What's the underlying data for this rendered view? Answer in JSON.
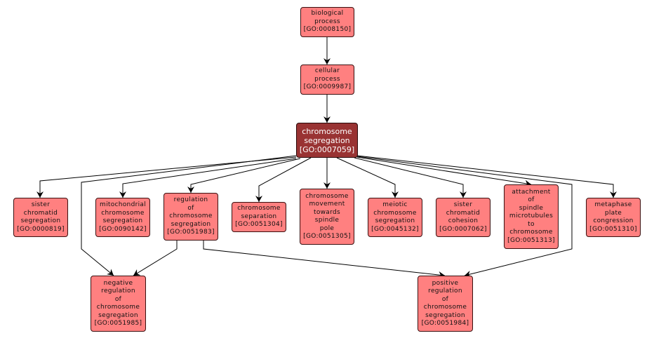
{
  "diagram": {
    "type": "GO term directed acyclic graph",
    "colors": {
      "node_fill": "#ff8080",
      "focus_fill": "#993333",
      "edge": "#000000"
    },
    "nodes": [
      {
        "id": "GO:0008150",
        "lines": [
          "biological",
          "process",
          "[GO:0008150]"
        ],
        "focus": false
      },
      {
        "id": "GO:0009987",
        "lines": [
          "cellular",
          "process",
          "[GO:0009987]"
        ],
        "focus": false
      },
      {
        "id": "GO:0007059",
        "lines": [
          "chromosome",
          "segregation",
          "[GO:0007059]"
        ],
        "focus": true
      },
      {
        "id": "GO:0000819",
        "lines": [
          "sister",
          "chromatid",
          "segregation",
          "[GO:0000819]"
        ],
        "focus": false
      },
      {
        "id": "GO:0090142",
        "lines": [
          "mitochondrial",
          "chromosome",
          "segregation",
          "[GO:0090142]"
        ],
        "focus": false
      },
      {
        "id": "GO:0051983",
        "lines": [
          "regulation",
          "of",
          "chromosome",
          "segregation",
          "[GO:0051983]"
        ],
        "focus": false
      },
      {
        "id": "GO:0051304",
        "lines": [
          "chromosome",
          "separation",
          "[GO:0051304]"
        ],
        "focus": false
      },
      {
        "id": "GO:0051305",
        "lines": [
          "chromosome",
          "movement",
          "towards",
          "spindle",
          "pole",
          "[GO:0051305]"
        ],
        "focus": false
      },
      {
        "id": "GO:0045132",
        "lines": [
          "meiotic",
          "chromosome",
          "segregation",
          "[GO:0045132]"
        ],
        "focus": false
      },
      {
        "id": "GO:0007062",
        "lines": [
          "sister",
          "chromatid",
          "cohesion",
          "[GO:0007062]"
        ],
        "focus": false
      },
      {
        "id": "GO:0051313",
        "lines": [
          "attachment",
          "of",
          "spindle",
          "microtubules",
          "to",
          "chromosome",
          "[GO:0051313]"
        ],
        "focus": false
      },
      {
        "id": "GO:0051310",
        "lines": [
          "metaphase",
          "plate",
          "congression",
          "[GO:0051310]"
        ],
        "focus": false
      },
      {
        "id": "GO:0051985",
        "lines": [
          "negative",
          "regulation",
          "of",
          "chromosome",
          "segregation",
          "[GO:0051985]"
        ],
        "focus": false
      },
      {
        "id": "GO:0051984",
        "lines": [
          "positive",
          "regulation",
          "of",
          "chromosome",
          "segregation",
          "[GO:0051984]"
        ],
        "focus": false
      }
    ],
    "edges": [
      {
        "from": "GO:0008150",
        "to": "GO:0009987"
      },
      {
        "from": "GO:0009987",
        "to": "GO:0007059"
      },
      {
        "from": "GO:0007059",
        "to": "GO:0000819"
      },
      {
        "from": "GO:0007059",
        "to": "GO:0090142"
      },
      {
        "from": "GO:0007059",
        "to": "GO:0051983"
      },
      {
        "from": "GO:0007059",
        "to": "GO:0051304"
      },
      {
        "from": "GO:0007059",
        "to": "GO:0051305"
      },
      {
        "from": "GO:0007059",
        "to": "GO:0045132"
      },
      {
        "from": "GO:0007059",
        "to": "GO:0007062"
      },
      {
        "from": "GO:0007059",
        "to": "GO:0051313"
      },
      {
        "from": "GO:0007059",
        "to": "GO:0051310"
      },
      {
        "from": "GO:0007059",
        "to": "GO:0051985"
      },
      {
        "from": "GO:0007059",
        "to": "GO:0051984"
      },
      {
        "from": "GO:0051983",
        "to": "GO:0051985"
      },
      {
        "from": "GO:0051983",
        "to": "GO:0051984"
      }
    ]
  }
}
